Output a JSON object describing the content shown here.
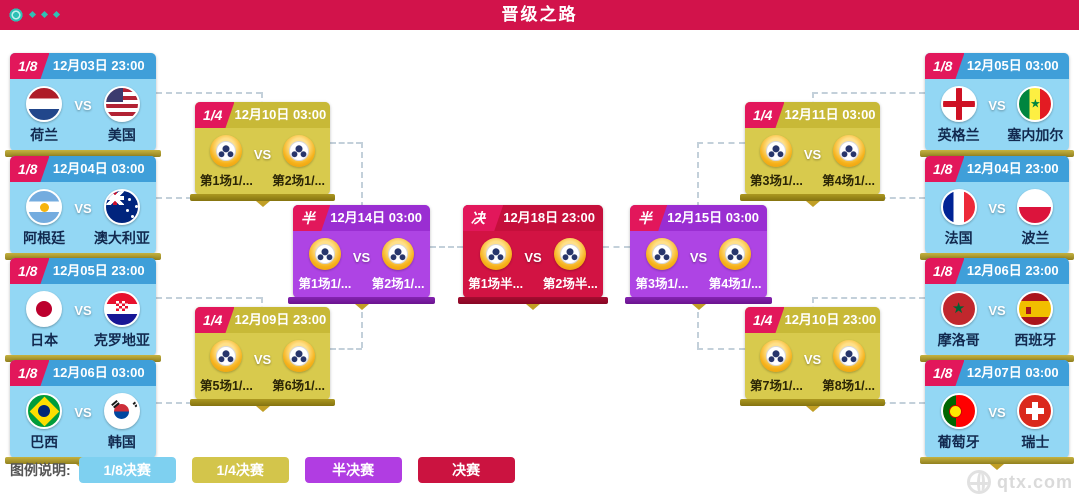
{
  "header": {
    "title": "晋级之路"
  },
  "labels": {
    "vs": "VS",
    "eighth": "1/8",
    "quarter": "1/4",
    "semi": "半决",
    "final": "决赛"
  },
  "bracket": {
    "r16_left": [
      {
        "date": "12月03日 23:00",
        "t1": {
          "name": "荷兰",
          "flag": "nl"
        },
        "t2": {
          "name": "美国",
          "flag": "us"
        }
      },
      {
        "date": "12月04日 03:00",
        "t1": {
          "name": "阿根廷",
          "flag": "ar"
        },
        "t2": {
          "name": "澳大利亚",
          "flag": "au"
        }
      },
      {
        "date": "12月05日 23:00",
        "t1": {
          "name": "日本",
          "flag": "jp"
        },
        "t2": {
          "name": "克罗地亚",
          "flag": "hr"
        }
      },
      {
        "date": "12月06日 03:00",
        "t1": {
          "name": "巴西",
          "flag": "br"
        },
        "t2": {
          "name": "韩国",
          "flag": "kr"
        }
      }
    ],
    "r16_right": [
      {
        "date": "12月05日 03:00",
        "t1": {
          "name": "英格兰",
          "flag": "eng"
        },
        "t2": {
          "name": "塞内加尔",
          "flag": "sn"
        }
      },
      {
        "date": "12月04日 23:00",
        "t1": {
          "name": "法国",
          "flag": "fr"
        },
        "t2": {
          "name": "波兰",
          "flag": "pl"
        }
      },
      {
        "date": "12月06日 23:00",
        "t1": {
          "name": "摩洛哥",
          "flag": "ma"
        },
        "t2": {
          "name": "西班牙",
          "flag": "es"
        }
      },
      {
        "date": "12月07日 03:00",
        "t1": {
          "name": "葡萄牙",
          "flag": "pt"
        },
        "t2": {
          "name": "瑞士",
          "flag": "ch"
        }
      }
    ],
    "qf_left": [
      {
        "date": "12月10日 03:00",
        "t1": "第1场1/...",
        "t2": "第2场1/..."
      },
      {
        "date": "12月09日 23:00",
        "t1": "第5场1/...",
        "t2": "第6场1/..."
      }
    ],
    "qf_right": [
      {
        "date": "12月11日 03:00",
        "t1": "第3场1/...",
        "t2": "第4场1/..."
      },
      {
        "date": "12月10日 23:00",
        "t1": "第7场1/...",
        "t2": "第8场1/..."
      }
    ],
    "sf": [
      {
        "date": "12月14日 03:00",
        "t1": "第1场1/...",
        "t2": "第2场1/..."
      },
      {
        "date": "12月15日 03:00",
        "t1": "第3场1/...",
        "t2": "第4场1/..."
      }
    ],
    "final": {
      "date": "12月18日 23:00",
      "t1": "第1场半...",
      "t2": "第2场半..."
    }
  },
  "legend": {
    "label": "图例说明:",
    "items": [
      {
        "label": "1/8决赛",
        "color": "#7ed0f0"
      },
      {
        "label": "1/4决赛",
        "color": "#d3c54b"
      },
      {
        "label": "半决赛",
        "color": "#b13de2"
      },
      {
        "label": "决赛",
        "color": "#cb1340"
      }
    ]
  },
  "watermark": {
    "text": "qtx.com"
  },
  "colors": {
    "topbar": "#d2134b",
    "stage_tag": "#e2175b",
    "r16_blue": "#93d7f4",
    "qf_gold": "#d8ca4d",
    "sf_purple": "#ae44e4",
    "final_red": "#d21343",
    "connector": "#c3d0da"
  }
}
